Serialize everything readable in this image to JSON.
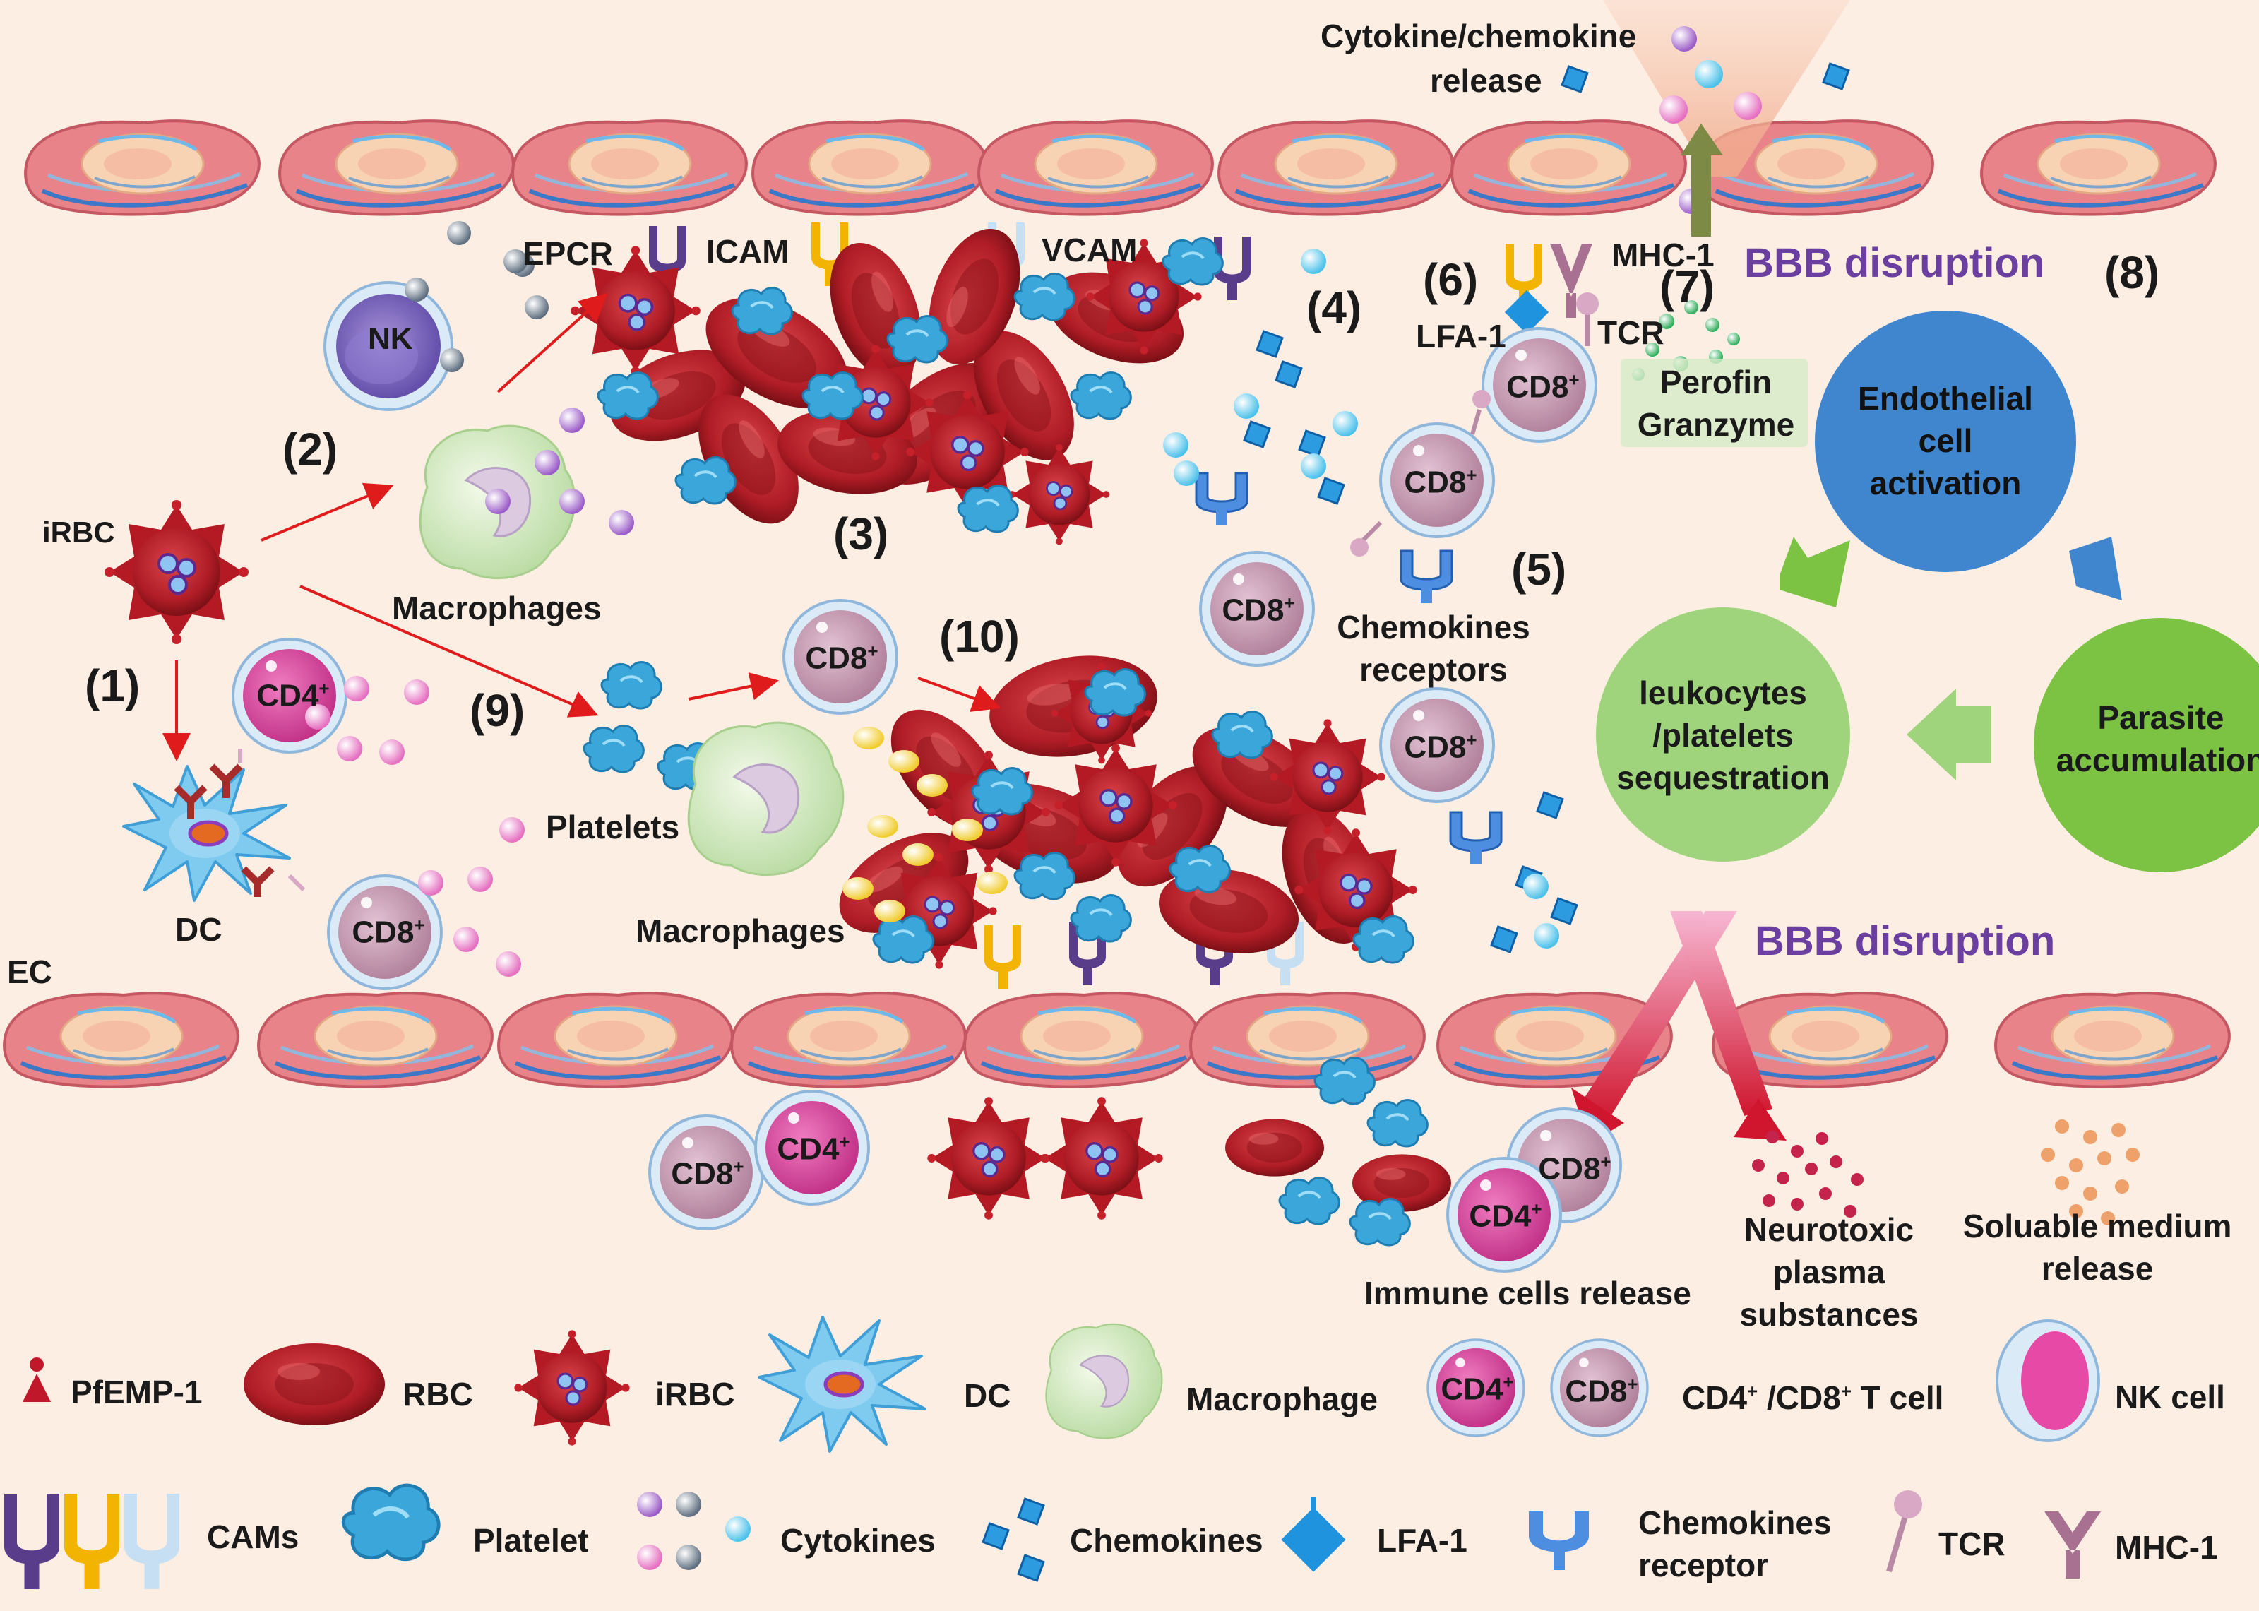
{
  "labels": {
    "cytokine_chemokine": "Cytokine/chemokine",
    "release": "release",
    "epcr": "EPCR",
    "icam": "ICAM",
    "vcam": "VCAM",
    "lfa1": "LFA-1",
    "mhc1": "MHC-1",
    "tcr": "TCR",
    "bbb_top": "BBB disruption",
    "bbb_bottom": "BBB disruption",
    "nk": "NK",
    "irbc": "iRBC",
    "macrophages_top": "Macrophages",
    "macrophages_mid": "Macrophages",
    "platelets": "Platelets",
    "dc": "DC",
    "ec": "EC",
    "perforin": "Perofin",
    "granzyme": "Granzyme",
    "chemokines_receptors_1": "Chemokines",
    "chemokines_receptors_2": "receptors",
    "endothelial_1": "Endothelial",
    "endothelial_2": "cell",
    "endothelial_3": "activation",
    "parasite_1": "Parasite",
    "parasite_2": "accumulation",
    "leuko_1": "leukocytes",
    "leuko_2": "/platelets",
    "leuko_3": "sequestration",
    "immune_release": "Immune cells release",
    "neurotoxic_1": "Neurotoxic",
    "neurotoxic_2": "plasma",
    "neurotoxic_3": "substances",
    "soluable_1": "Soluable medium",
    "soluable_2": "release"
  },
  "numbers": [
    "(1)",
    "(2)",
    "(3)",
    "(4)",
    "(5)",
    "(6)",
    "(7)",
    "(8)",
    "(9)",
    "(10)"
  ],
  "cells": {
    "cd4": "CD4",
    "cd8": "CD8",
    "plus": "+"
  },
  "legend": {
    "pfemp1": "PfEMP-1",
    "rbc": "RBC",
    "irbc": "iRBC",
    "dc": "DC",
    "macrophage": "Macrophage",
    "cd4cd8_a": "CD4",
    "cd4cd8_b": " /CD8",
    "cd4cd8_c": " T cell",
    "nk_cell": "NK cell",
    "cams": "CAMs",
    "platelet": "Platelet",
    "cytokines": "Cytokines",
    "chemokines": "Chemokines",
    "lfa1": "LFA-1",
    "chemokines_receptor_1": "Chemokines",
    "chemokines_receptor_2": "receptor",
    "tcr": "TCR",
    "mhc1": "MHC-1"
  },
  "colors": {
    "background": "#fdeee4",
    "endothelium": "#e8838a",
    "rbc": "#b8202a",
    "cd8": "#c9a3b8",
    "cd4": "#d6409a",
    "platelet": "#3aa6d9",
    "endothelial_circle": "#3f86cf",
    "parasite_circle": "#7cc243",
    "leuko_circle": "#9fd47d",
    "bbb_text": "#6a3fa0"
  }
}
